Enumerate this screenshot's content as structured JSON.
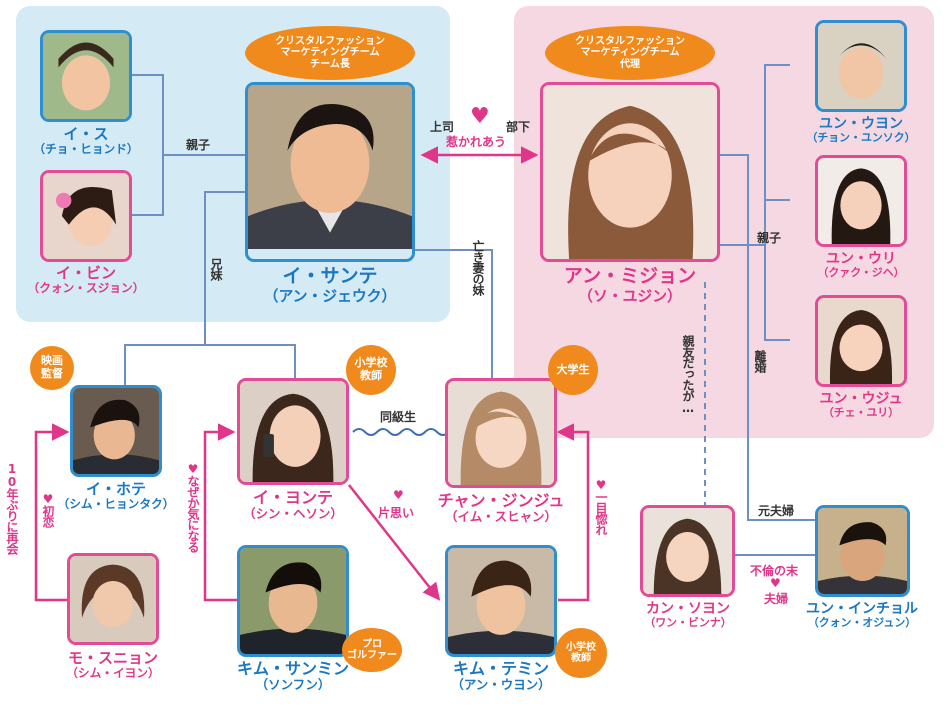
{
  "colors": {
    "blue_border": "#2f8ed0",
    "pink_border": "#e24c97",
    "orange_tag": "#f08a1c",
    "pink_arrow": "#e0368a",
    "line_blue": "#6d8fc4"
  },
  "people": {
    "i_su": {
      "name": "イ・ス",
      "actor": "（チョ・ヒョンド）"
    },
    "i_bin": {
      "name": "イ・ビン",
      "actor": "（クォン・スジョン）"
    },
    "i_sante": {
      "name": "イ・サンテ",
      "actor": "（アン・ジェウク）"
    },
    "an_mijon": {
      "name": "アン・ミジョン",
      "actor": "（ソ・ユジン）"
    },
    "yun_uon": {
      "name": "ユン・ウヨン",
      "actor": "（チョン・ユンソク）"
    },
    "yun_uri": {
      "name": "ユン・ウリ",
      "actor": "（クァク・ジヘ）"
    },
    "yun_uju": {
      "name": "ユン・ウジュ",
      "actor": "（チェ・ユリ）"
    },
    "i_hote": {
      "name": "イ・ホテ",
      "actor": "（シム・ヒョンタク）"
    },
    "i_yonte": {
      "name": "イ・ヨンテ",
      "actor": "（シン・ヘソン）"
    },
    "chan_jinju": {
      "name": "チャン・ジンジュ",
      "actor": "（イム・スヒャン）"
    },
    "mo_sunion": {
      "name": "モ・スニョン",
      "actor": "（シム・イヨン）"
    },
    "kim_sanmin": {
      "name": "キム・サンミン",
      "actor": "（ソンフン）"
    },
    "kim_temin": {
      "name": "キム・テミン",
      "actor": "（アン・ウヨン）"
    },
    "kan_sojon": {
      "name": "カン・ソヨン",
      "actor": "（ワン・ビンナ）"
    },
    "yun_incheol": {
      "name": "ユン・インチョル",
      "actor": "（クォン・オジュン）"
    }
  },
  "tags": {
    "sante_role": "クリスタルファッション\nマーケティングチーム\nチーム長",
    "mijon_role": "クリスタルファッション\nマーケティングチーム\n代理",
    "hote_role": "映画\n監督",
    "yonte_role": "小学校\n教師",
    "jinju_role": "大学生",
    "sanmin_role": "プロ\nゴルファー",
    "temin_role": "小学校\n教師"
  },
  "relations": {
    "oyako_left": "親子",
    "oyako_right": "親子",
    "boss": "上司",
    "sub": "部下",
    "heart": "♥",
    "attracted": "惹かれあう",
    "siblings": "兄妹",
    "late_wife_sister": "亡き妻の妹",
    "best_friend": "親友だったが…",
    "divorce": "離婚",
    "ex_couple": "元夫婦",
    "affair": "不倫の末",
    "couple": "夫婦",
    "classmate": "同級生",
    "unrequited": "片思い",
    "first_love": "♥初恋",
    "reunion": "10年ぶりに再会",
    "curious": "♥なぜか気になる",
    "love_at_first": "♥一目惚れ"
  }
}
